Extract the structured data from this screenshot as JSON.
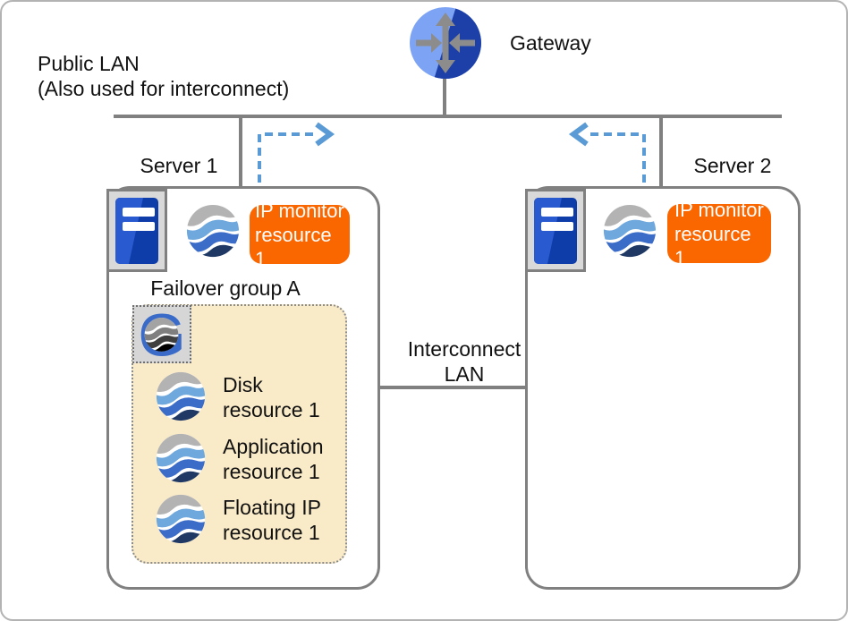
{
  "labels": {
    "gateway": "Gateway",
    "public_lan_line1": "Public LAN",
    "public_lan_line2": "(Also used for interconnect)",
    "interconnect_line1": "Interconnect",
    "interconnect_line2": "LAN",
    "failover_group": "Failover group A"
  },
  "servers": [
    {
      "name": "Server 1",
      "monitor_line1": "IP monitor",
      "monitor_line2": "resource 1"
    },
    {
      "name": "Server 2",
      "monitor_line1": "IP monitor",
      "monitor_line2": "resource 1"
    }
  ],
  "group_resources": [
    {
      "line1": "Disk",
      "line2": "resource 1"
    },
    {
      "line1": "Application",
      "line2": "resource 1"
    },
    {
      "line1": "Floating IP",
      "line2": "resource 1"
    }
  ],
  "colors": {
    "line_gray": "#808080",
    "arrow_blue": "#5b9bd5",
    "badge_orange": "#fa6600",
    "group_cream": "#faebc8",
    "gateway_light_blue": "#7da4f4",
    "gateway_dark_blue": "#1c3fa8",
    "sphere_light_blue": "#6fa8dc",
    "sphere_mid_blue": "#3b6cc8",
    "sphere_navy": "#1f3864",
    "server_tower_blue": "#0e3ca8"
  }
}
